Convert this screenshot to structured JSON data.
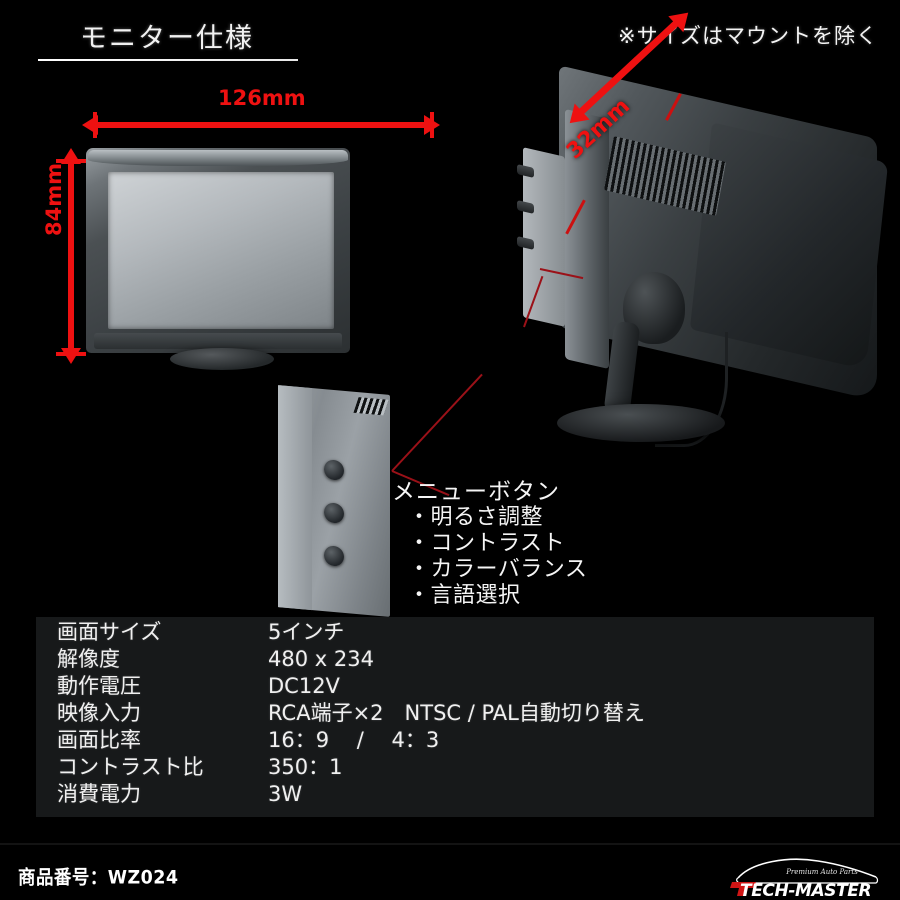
{
  "header": {
    "title": "モニター仕様",
    "note": "※サイズはマウントを除く"
  },
  "dimensions": {
    "width": "126mm",
    "height": "84mm",
    "depth": "32mm"
  },
  "callout": {
    "title": "メニューボタン",
    "items": [
      "・明るさ調整",
      "・コントラスト",
      "・カラーバランス",
      "・言語選択"
    ]
  },
  "specs": {
    "rows": [
      {
        "label": "画面サイズ",
        "value": "5インチ"
      },
      {
        "label": "解像度",
        "value": "480 x 234"
      },
      {
        "label": "動作電圧",
        "value": "DC12V"
      },
      {
        "label": "映像入力",
        "value": "RCA端子×2　NTSC / PAL自動切り替え"
      },
      {
        "label": "画面比率",
        "value": "16：9　 /　 4：3"
      },
      {
        "label": "コントラスト比",
        "value": "350：1"
      },
      {
        "label": "消費電力",
        "value": "3W"
      }
    ]
  },
  "footer": {
    "sku": "商品番号：WZ024",
    "brand": "TECH-MASTER",
    "tagline": "Premium Auto Parts"
  },
  "colors": {
    "background": "#000000",
    "accent_red": "#ee1111",
    "text": "#f2f2f2",
    "panel": "#17191a"
  }
}
